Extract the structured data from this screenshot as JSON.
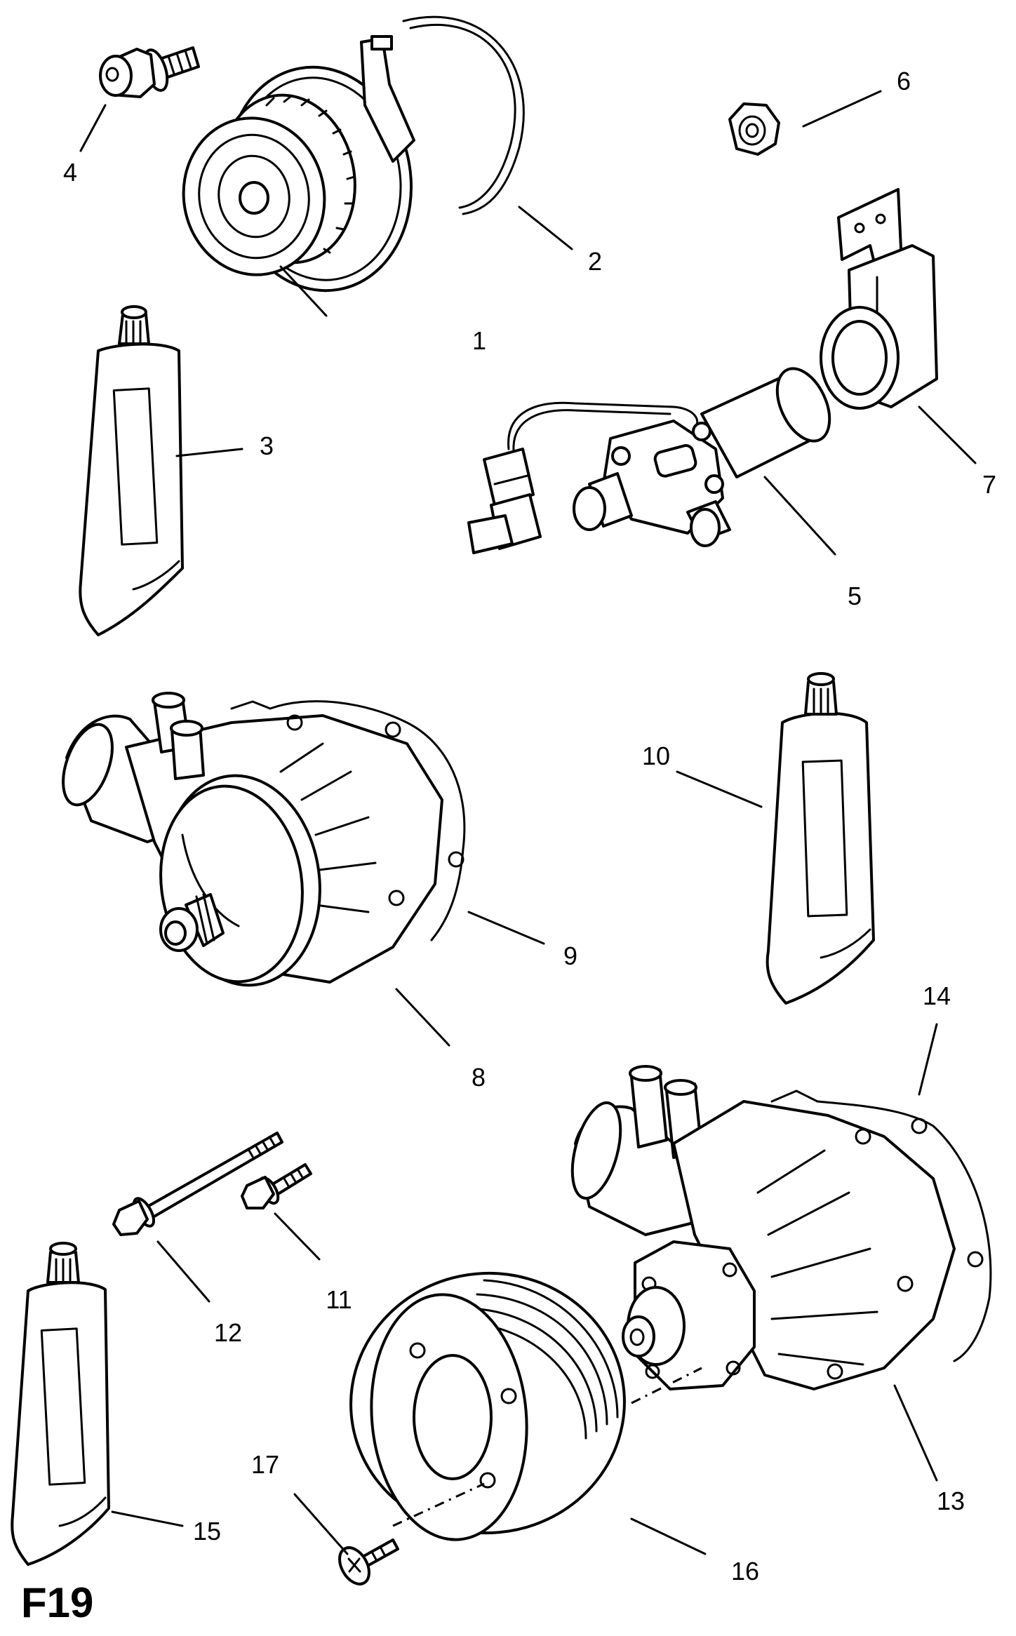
{
  "figure": {
    "code": "F19"
  },
  "callouts": {
    "c1": "1",
    "c2": "2",
    "c3": "3",
    "c4": "4",
    "c5": "5",
    "c6": "6",
    "c7": "7",
    "c8": "8",
    "c9": "9",
    "c10": "10",
    "c11": "11",
    "c12": "12",
    "c13": "13",
    "c14": "14",
    "c15": "15",
    "c16": "16",
    "c17": "17"
  },
  "colors": {
    "line": "#000000",
    "paper": "#ffffff"
  },
  "icons": [
    "water-pump-pulley-icon",
    "o-ring-seal-icon",
    "sealant-tube-icon",
    "flange-bolt-icon",
    "electric-water-pump-icon",
    "hex-nut-icon",
    "pump-bracket-icon",
    "water-pump-housing-icon",
    "gasket-icon",
    "bolt-icon",
    "v-belt-pulley-icon",
    "screw-icon"
  ]
}
